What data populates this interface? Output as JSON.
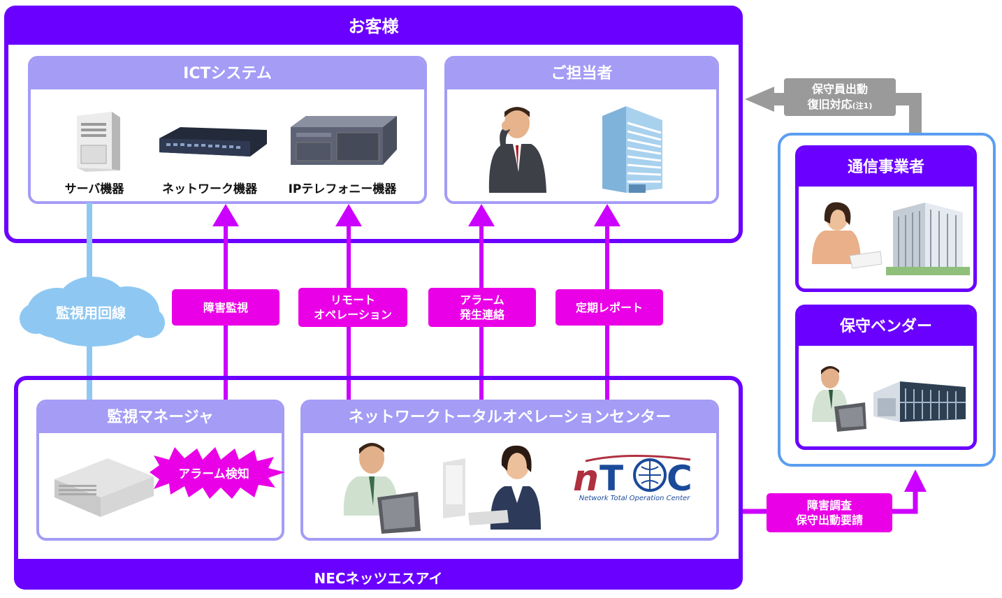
{
  "customer": {
    "title": "お客様",
    "ict": {
      "title": "ICTシステム",
      "items": [
        "サーバ機器",
        "ネットワーク機器",
        "IPテレフォニー機器"
      ]
    },
    "staff": {
      "title": "ご担当者"
    }
  },
  "links": {
    "monitor_line": "監視用回線",
    "fault_monitor": "障害監視",
    "remote_op": [
      "リモート",
      "オペレーション"
    ],
    "alarm_notice": [
      "アラーム",
      "発生連絡"
    ],
    "periodic_report": "定期レポート"
  },
  "nec": {
    "footer": "NECネッツエスアイ",
    "manager": {
      "title": "監視マネージャ",
      "alarm": "アラーム検知"
    },
    "ntoc": {
      "title": "ネットワークトータルオペレーションセンター",
      "logo_caption": "Network Total Operation Center"
    }
  },
  "external": {
    "carrier": "通信事業者",
    "vendor": "保守ベンダー",
    "dispatch": [
      "保守員出動",
      "復旧対応",
      "(注1)"
    ],
    "request": [
      "障害調査",
      "保守出動要請"
    ]
  },
  "colors": {
    "purple_dark": "#6a00ff",
    "lavender": "#a49cf5",
    "magenta": "#ea00e6",
    "light_blue": "#8ec8f2",
    "gray": "#9a9a9a"
  }
}
